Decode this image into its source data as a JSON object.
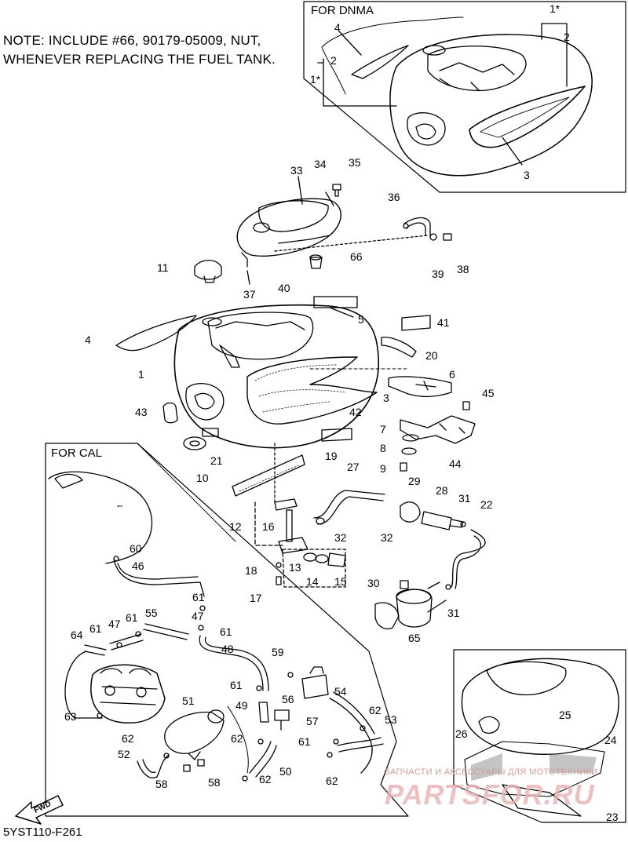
{
  "note": "NOTE: INCLUDE #66, 90179-05009, NUT,\nWHENEVER REPLACING THE FUEL TANK.",
  "panels": {
    "dnma": "FOR DNMA",
    "cal": "FOR CAL"
  },
  "diagram_code": "5YST110-F261",
  "fwd_label": "FWD",
  "watermark": {
    "caption": "ЗАПЧАСТИ И АКСЕССУАРЫ ДЛЯ МОТОТЕХНИКИ",
    "logo": "PARTSFOR.RU"
  },
  "colors": {
    "line": "#000000",
    "background": "#ffffff",
    "watermark": "#d59a9a"
  },
  "callouts": {
    "c1": "1*",
    "c2": "2",
    "c3": "4",
    "c4": "2",
    "c5": "1*",
    "c6": "3",
    "c7": "33",
    "c8": "34",
    "c9": "35",
    "c10": "36",
    "c11": "11",
    "c12": "66",
    "c13": "39",
    "c14": "38",
    "c15": "37",
    "c16": "40",
    "c17": "5",
    "c18": "41",
    "c19": "4",
    "c20": "20",
    "c21": "1",
    "c22": "6",
    "c23": "45",
    "c24": "3",
    "c25": "43",
    "c26": "42",
    "c27": "7",
    "c28": "8",
    "c29": "9",
    "c30": "44",
    "c31": "21",
    "c32": "10",
    "c33": "19",
    "c34": "27",
    "c35": "29",
    "c36": "28",
    "c37": "31",
    "c38": "22",
    "c39": "12",
    "c40": "16",
    "c41": "32",
    "c42": "32",
    "c43": "18",
    "c44": "13",
    "c45": "14",
    "c46": "15",
    "c47": "17",
    "c48": "30",
    "c49": "31",
    "c50": "65",
    "c51": "60",
    "c52": "46",
    "c53": "61",
    "c54": "47",
    "c55": "61",
    "c56": "47",
    "c57": "61",
    "c58": "55",
    "c59": "64",
    "c60": "61",
    "c61": "48",
    "c62": "59",
    "c63": "54",
    "c64": "61",
    "c65": "56",
    "c66": "51",
    "c67": "49",
    "c68": "57",
    "c69": "62",
    "c70": "53",
    "c71": "63",
    "c72": "62",
    "c73": "61",
    "c74": "52",
    "c75": "62",
    "c76": "50",
    "c77": "62",
    "c78": "62",
    "c79": "58",
    "c80": "58",
    "c81": "25",
    "c82": "26",
    "c83": "24",
    "c84": "23"
  }
}
